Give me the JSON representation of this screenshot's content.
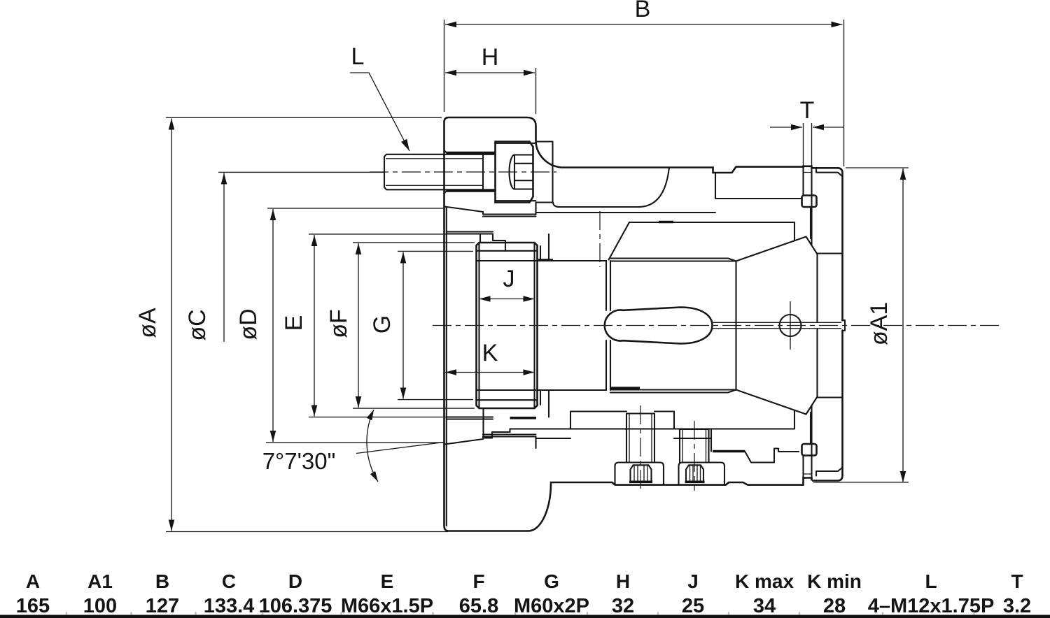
{
  "drawing": {
    "title": "collet-chuck-cross-section",
    "dims": {
      "B": "B",
      "H": "H",
      "L": "L",
      "T": "T",
      "A": "øA",
      "C": "øC",
      "D": "øD",
      "E": "E",
      "F": "øF",
      "G": "G",
      "J": "J",
      "K": "K",
      "A1": "øA1",
      "angle": "7°7'30\""
    }
  },
  "table": {
    "headers": [
      "A",
      "A1",
      "B",
      "C",
      "D",
      "E",
      "F",
      "G",
      "H",
      "J",
      "K max",
      "K min",
      "L",
      "T"
    ],
    "values": [
      "165",
      "100",
      "127",
      "133.4",
      "106.375",
      "M66x1.5P",
      "65.8",
      "M60x2P",
      "32",
      "25",
      "34",
      "28",
      "4–M12x1.75P",
      "3.2"
    ]
  }
}
